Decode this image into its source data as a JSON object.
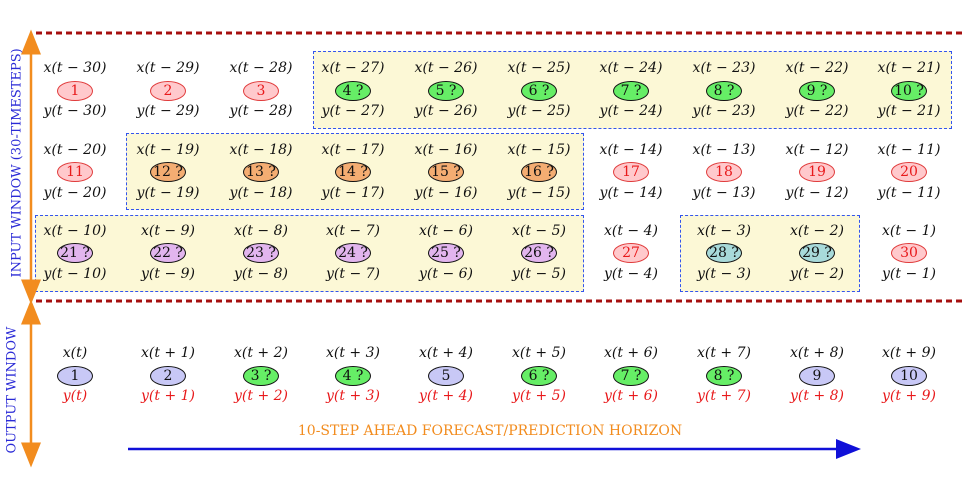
{
  "side_labels": {
    "input": "INPUT WINDOW (30-TIMESTEPS)",
    "output": "OUTPUT WINDOW"
  },
  "horizon_label": "10-STEP AHEAD FORECAST/PREDICTION HORIZON",
  "input_rows": [
    [
      {
        "x": "x(t − 30)",
        "n": "1",
        "y": "y(t − 30)",
        "c": "pink"
      },
      {
        "x": "x(t − 29)",
        "n": "2",
        "y": "y(t − 29)",
        "c": "pink"
      },
      {
        "x": "x(t − 28)",
        "n": "3",
        "y": "y(t − 28)",
        "c": "pink"
      },
      {
        "x": "x(t − 27)",
        "n": "4 ?",
        "y": "y(t − 27)",
        "c": "green"
      },
      {
        "x": "x(t − 26)",
        "n": "5 ?",
        "y": "y(t − 26)",
        "c": "green"
      },
      {
        "x": "x(t − 25)",
        "n": "6 ?",
        "y": "y(t − 25)",
        "c": "green"
      },
      {
        "x": "x(t − 24)",
        "n": "7 ?",
        "y": "y(t − 24)",
        "c": "green"
      },
      {
        "x": "x(t − 23)",
        "n": "8 ?",
        "y": "y(t − 23)",
        "c": "green"
      },
      {
        "x": "x(t − 22)",
        "n": "9 ?",
        "y": "y(t − 22)",
        "c": "green"
      },
      {
        "x": "x(t − 21)",
        "n": "10 ?",
        "y": "y(t − 21)",
        "c": "green"
      }
    ],
    [
      {
        "x": "x(t − 20)",
        "n": "11",
        "y": "y(t − 20)",
        "c": "pink"
      },
      {
        "x": "x(t − 19)",
        "n": "12 ?",
        "y": "y(t − 19)",
        "c": "orange"
      },
      {
        "x": "x(t − 18)",
        "n": "13 ?",
        "y": "y(t − 18)",
        "c": "orange"
      },
      {
        "x": "x(t − 17)",
        "n": "14 ?",
        "y": "y(t − 17)",
        "c": "orange"
      },
      {
        "x": "x(t − 16)",
        "n": "15 ?",
        "y": "y(t − 16)",
        "c": "orange"
      },
      {
        "x": "x(t − 15)",
        "n": "16 ?",
        "y": "y(t − 15)",
        "c": "orange"
      },
      {
        "x": "x(t − 14)",
        "n": "17",
        "y": "y(t − 14)",
        "c": "pink"
      },
      {
        "x": "x(t − 13)",
        "n": "18",
        "y": "y(t − 13)",
        "c": "pink"
      },
      {
        "x": "x(t − 12)",
        "n": "19",
        "y": "y(t − 12)",
        "c": "pink"
      },
      {
        "x": "x(t − 11)",
        "n": "20",
        "y": "y(t − 11)",
        "c": "pink"
      }
    ],
    [
      {
        "x": "x(t − 10)",
        "n": "21 ?",
        "y": "y(t − 10)",
        "c": "purple"
      },
      {
        "x": "x(t − 9)",
        "n": "22 ?",
        "y": "y(t − 9)",
        "c": "purple"
      },
      {
        "x": "x(t − 8)",
        "n": "23 ?",
        "y": "y(t − 8)",
        "c": "purple"
      },
      {
        "x": "x(t − 7)",
        "n": "24 ?",
        "y": "y(t − 7)",
        "c": "purple"
      },
      {
        "x": "x(t − 6)",
        "n": "25 ?",
        "y": "y(t − 6)",
        "c": "purple"
      },
      {
        "x": "x(t − 5)",
        "n": "26 ?",
        "y": "y(t − 5)",
        "c": "purple"
      },
      {
        "x": "x(t − 4)",
        "n": "27",
        "y": "y(t − 4)",
        "c": "pink"
      },
      {
        "x": "x(t − 3)",
        "n": "28 ?",
        "y": "y(t − 3)",
        "c": "teal"
      },
      {
        "x": "x(t − 2)",
        "n": "29 ?",
        "y": "y(t − 2)",
        "c": "teal"
      },
      {
        "x": "x(t − 1)",
        "n": "30",
        "y": "y(t − 1)",
        "c": "pink"
      }
    ]
  ],
  "output_row": [
    {
      "x": "x(t)",
      "n": "1",
      "y": "y(t)",
      "c": "lav"
    },
    {
      "x": "x(t + 1)",
      "n": "2",
      "y": "y(t + 1)",
      "c": "lav"
    },
    {
      "x": "x(t + 2)",
      "n": "3 ?",
      "y": "y(t + 2)",
      "c": "green"
    },
    {
      "x": "x(t + 3)",
      "n": "4 ?",
      "y": "y(t + 3)",
      "c": "green"
    },
    {
      "x": "x(t + 4)",
      "n": "5",
      "y": "y(t + 4)",
      "c": "lav"
    },
    {
      "x": "x(t + 5)",
      "n": "6 ?",
      "y": "y(t + 5)",
      "c": "green"
    },
    {
      "x": "x(t + 6)",
      "n": "7 ?",
      "y": "y(t + 6)",
      "c": "green"
    },
    {
      "x": "x(t + 7)",
      "n": "8 ?",
      "y": "y(t + 7)",
      "c": "green"
    },
    {
      "x": "x(t + 8)",
      "n": "9",
      "y": "y(t + 8)",
      "c": "lav"
    },
    {
      "x": "x(t + 9)",
      "n": "10",
      "y": "y(t + 9)",
      "c": "lav"
    }
  ],
  "colors": {
    "pink": "#ffc9cc",
    "green": "#66ee66",
    "orange": "#f4ad72",
    "purple": "#e2b5ee",
    "teal": "#a8dada",
    "lavender": "#c8c8f6",
    "group_fill": "#fcf8d6",
    "group_border": "#3355ee",
    "divider": "#a50f0f",
    "axis_arrow": "#f28c1e",
    "horizon_arrow": "#1010d8",
    "output_y_text": "#e8191b"
  }
}
